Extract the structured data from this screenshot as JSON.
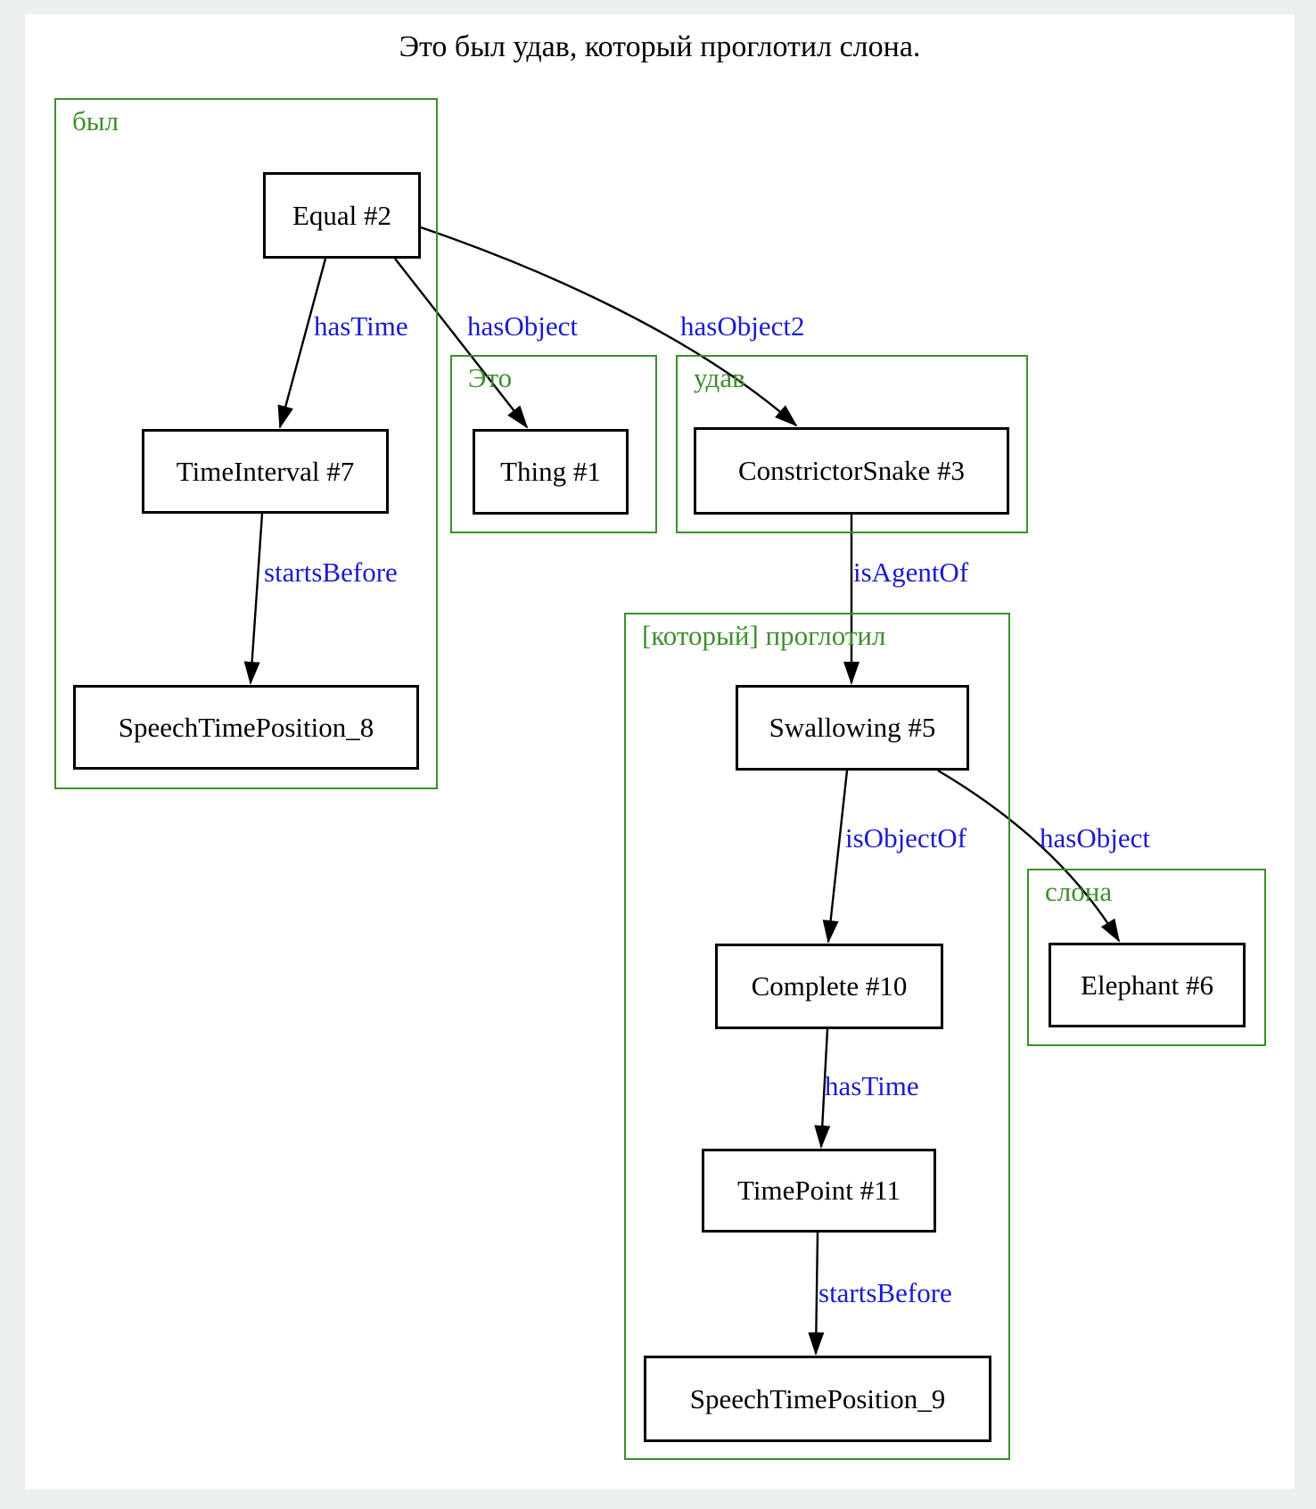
{
  "title": "Это был удав, который проглотил слона.",
  "colors": {
    "cluster_green": "#3e8e2d",
    "edge_label_blue": "#1a1ace",
    "node_border_black": "#000000",
    "page_background": "#e9f0ed",
    "canvas_white": "#ffffff"
  },
  "clusters": {
    "byl": {
      "label": "был"
    },
    "eto": {
      "label": "Это"
    },
    "udav": {
      "label": "удав"
    },
    "kotoryj_proglotil": {
      "label": "[который] проглотил"
    },
    "slona": {
      "label": "слона"
    }
  },
  "nodes": {
    "equal_2": {
      "label": "Equal #2",
      "cluster": "был"
    },
    "timeinterval_7": {
      "label": "TimeInterval #7",
      "cluster": "был"
    },
    "speechtimeposition_8": {
      "label": "SpeechTimePosition_8",
      "cluster": "был"
    },
    "thing_1": {
      "label": "Thing #1",
      "cluster": "Это"
    },
    "constrictorsnake_3": {
      "label": "ConstrictorSnake #3",
      "cluster": "удав"
    },
    "swallowing_5": {
      "label": "Swallowing #5",
      "cluster": "[который] проглотил"
    },
    "complete_10": {
      "label": "Complete #10",
      "cluster": "[который] проглотил"
    },
    "timepoint_11": {
      "label": "TimePoint #11",
      "cluster": "[который] проглотил"
    },
    "speechtimeposition_9": {
      "label": "SpeechTimePosition_9",
      "cluster": "[который] проглотил"
    },
    "elephant_6": {
      "label": "Elephant #6",
      "cluster": "слона"
    }
  },
  "edges": {
    "equal_hastime": {
      "label": "hasTime",
      "from": "Equal #2",
      "to": "TimeInterval #7"
    },
    "equal_hasobject": {
      "label": "hasObject",
      "from": "Equal #2",
      "to": "Thing #1"
    },
    "equal_hasobject2": {
      "label": "hasObject2",
      "from": "Equal #2",
      "to": "ConstrictorSnake #3"
    },
    "timeinterval_startsbefore": {
      "label": "startsBefore",
      "from": "TimeInterval #7",
      "to": "SpeechTimePosition_8"
    },
    "snake_isagentof": {
      "label": "isAgentOf",
      "from": "ConstrictorSnake #3",
      "to": "Swallowing #5"
    },
    "swallowing_isobjectof": {
      "label": "isObjectOf",
      "from": "Swallowing #5",
      "to": "Complete #10"
    },
    "swallowing_hasobject": {
      "label": "hasObject",
      "from": "Swallowing #5",
      "to": "Elephant #6"
    },
    "complete_hastime": {
      "label": "hasTime",
      "from": "Complete #10",
      "to": "TimePoint #11"
    },
    "timepoint_startsbefore": {
      "label": "startsBefore",
      "from": "TimePoint #11",
      "to": "SpeechTimePosition_9"
    }
  }
}
